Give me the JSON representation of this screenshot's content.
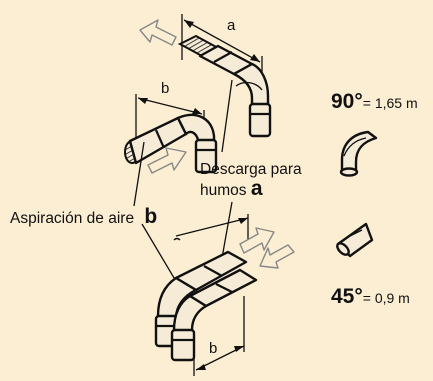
{
  "dimensions": {
    "a": "a",
    "b_top": "b",
    "b_bottom": "b"
  },
  "callouts": {
    "exhaust_line1": "Descarga para",
    "exhaust_line2": "humos",
    "exhaust_letter": "a",
    "intake_text": "Aspiración de aire",
    "intake_letter": "b"
  },
  "elbows": [
    {
      "angle": "90°",
      "equals": "= 1,65 m"
    },
    {
      "angle": "45°",
      "equals": "= 0,9 m"
    }
  ]
}
